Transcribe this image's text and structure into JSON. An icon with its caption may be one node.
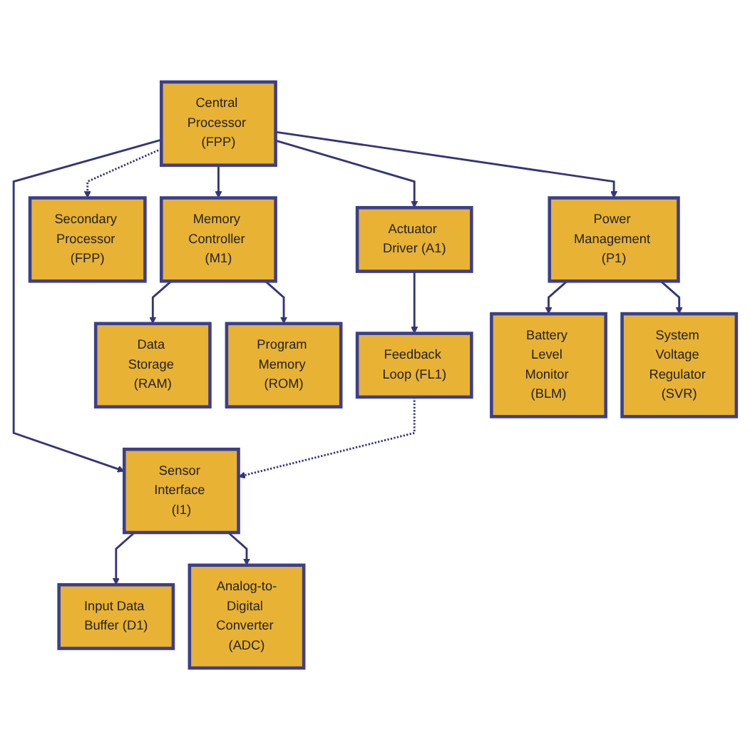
{
  "diagram": {
    "nodes": [
      {
        "text": [
          "Input Data Buffer (D1)"
        ]
      },
      {
        "text": [
          "Sensor Interface (I1)"
        ]
      },
      {
        "text": [
          "Analog-to-Digital Converter (ADC)"
        ]
      },
      {
        "text": [
          "Secondary Processor (FPP)"
        ]
      },
      {
        "text": [
          "Data Storage (RAM)"
        ]
      },
      {
        "text": [
          "Memory Controller (M1)"
        ]
      },
      {
        "text": [
          "Central Processor (FPP)"
        ]
      },
      {
        "text": [
          "Actuator Driver (A1)"
        ]
      },
      {
        "text": [
          "Feedback Loop (FL1)"
        ]
      },
      {
        "text": [
          "Program Memory (ROM)"
        ]
      },
      {
        "text": [
          "Battery Level Monitor (BLM)"
        ]
      },
      {
        "text": [
          "Power Management (P1)"
        ]
      },
      {
        "text": [
          "System Voltage Regulator (SVR)"
        ]
      }
    ],
    "edges": [
      {
        "from": 6,
        "to": 1,
        "arrow": "to"
      },
      {
        "from": 1,
        "to": 0,
        "arrow": "to"
      },
      {
        "from": 1,
        "to": 2,
        "arrow": "to"
      },
      {
        "from": 6,
        "to": 3,
        "arrow": "to",
        "style": "dashed"
      },
      {
        "from": 6,
        "to": 5,
        "arrow": "to"
      },
      {
        "from": 5,
        "to": 4,
        "arrow": "to"
      },
      {
        "from": 5,
        "to": 9,
        "arrow": "to"
      },
      {
        "from": 6,
        "to": 7,
        "arrow": "to"
      },
      {
        "from": 7,
        "to": 8,
        "arrow": "to"
      },
      {
        "from": 8,
        "to": 1,
        "arrow": "to",
        "style": "dashed"
      },
      {
        "from": 6,
        "to": 11,
        "arrow": "to"
      },
      {
        "from": 11,
        "to": 10,
        "arrow": "to"
      },
      {
        "from": 11,
        "to": 12,
        "arrow": "to"
      }
    ]
  }
}
